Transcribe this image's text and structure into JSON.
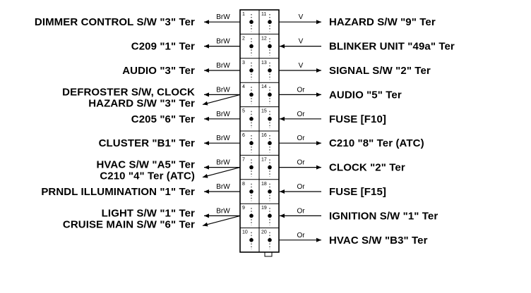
{
  "connector": {
    "pins": [
      {
        "left": "1",
        "right": "11"
      },
      {
        "left": "2",
        "right": "12"
      },
      {
        "left": "3",
        "right": "13"
      },
      {
        "left": "4",
        "right": "14"
      },
      {
        "left": "5",
        "right": "15"
      },
      {
        "left": "6",
        "right": "16"
      },
      {
        "left": "7",
        "right": "17"
      },
      {
        "left": "8",
        "right": "18"
      },
      {
        "left": "9",
        "right": "19"
      },
      {
        "left": "10",
        "right": "20"
      }
    ]
  },
  "left_circuits": [
    {
      "pin": "1",
      "wire": "BrW",
      "labels": [
        "DIMMER CONTROL S/W \"3\" Ter"
      ]
    },
    {
      "pin": "2",
      "wire": "BrW",
      "labels": [
        "C209 \"1\" Ter"
      ]
    },
    {
      "pin": "3",
      "wire": "BrW",
      "labels": [
        "AUDIO \"3\" Ter"
      ]
    },
    {
      "pin": "4",
      "wire": "BrW",
      "labels": [
        "DEFROSTER S/W, CLOCK",
        "HAZARD S/W \"3\" Ter"
      ]
    },
    {
      "pin": "5",
      "wire": "BrW",
      "labels": [
        "C205 \"6\" Ter"
      ]
    },
    {
      "pin": "6",
      "wire": "BrW",
      "labels": [
        "CLUSTER \"B1\" Ter"
      ]
    },
    {
      "pin": "7",
      "wire": "BrW",
      "labels": [
        "HVAC S/W \"A5\" Ter",
        "C210 \"4\" Ter (ATC)"
      ]
    },
    {
      "pin": "8",
      "wire": "BrW",
      "labels": [
        "PRNDL ILLUMINATION \"1\" Ter"
      ]
    },
    {
      "pin": "9",
      "wire": "BrW",
      "labels": [
        "LIGHT S/W \"1\" Ter",
        "CRUISE MAIN S/W \"6\" Ter"
      ]
    }
  ],
  "right_circuits": [
    {
      "pin": "11",
      "wire": "V",
      "label": "HAZARD S/W \"9\" Ter",
      "direction": "out"
    },
    {
      "pin": "12",
      "wire": "V",
      "label": "BLINKER UNIT \"49a\" Ter",
      "direction": "in"
    },
    {
      "pin": "13",
      "wire": "V",
      "label": "SIGNAL S/W \"2\" Ter",
      "direction": "out"
    },
    {
      "pin": "14",
      "wire": "Or",
      "label": "AUDIO \"5\" Ter",
      "direction": "out"
    },
    {
      "pin": "15",
      "wire": "Or",
      "label": "FUSE [F10]",
      "direction": "in"
    },
    {
      "pin": "16",
      "wire": "Or",
      "label": "C210 \"8\" Ter (ATC)",
      "direction": "out"
    },
    {
      "pin": "17",
      "wire": "Or",
      "label": "CLOCK \"2\" Ter",
      "direction": "out"
    },
    {
      "pin": "18",
      "wire": "Or",
      "label": "FUSE [F15]",
      "direction": "in"
    },
    {
      "pin": "19",
      "wire": "Or",
      "label": "IGNITION S/W \"1\" Ter",
      "direction": "in"
    },
    {
      "pin": "20",
      "wire": "Or",
      "label": "HVAC S/W \"B3\" Ter",
      "direction": "out"
    }
  ]
}
